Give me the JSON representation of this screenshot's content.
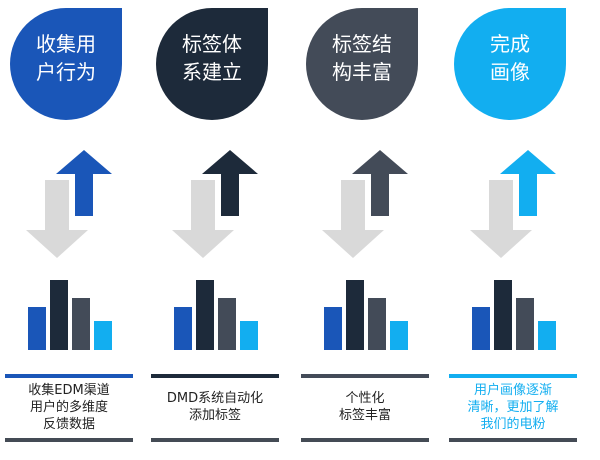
{
  "steps": [
    {
      "title_lines": [
        "收集用",
        "户行为"
      ],
      "caption_lines": [
        "收集EDM渠道",
        "用户的多维度",
        "反馈数据"
      ],
      "color": "#1a56b8",
      "caption_color": "#222222"
    },
    {
      "title_lines": [
        "标签体",
        "系建立"
      ],
      "caption_lines": [
        "DMD系统自动化",
        "添加标签"
      ],
      "color": "#1d2a3a",
      "caption_color": "#222222"
    },
    {
      "title_lines": [
        "标签结",
        "构丰富"
      ],
      "caption_lines": [
        "个性化",
        "标签丰富"
      ],
      "color": "#434b58",
      "caption_color": "#222222"
    },
    {
      "title_lines": [
        "完成",
        "画像"
      ],
      "caption_lines": [
        "用户画像逐渐",
        "清晰，更加了解",
        "我们的电粉"
      ],
      "color": "#12aef0",
      "caption_color": "#12aef0"
    }
  ],
  "bar_colors": [
    "#1a56b8",
    "#1d2a3a",
    "#434b58",
    "#12aef0"
  ],
  "bar_levels": [
    0.62,
    1.0,
    0.74,
    0.42
  ],
  "arrow_gray": "#d9d9d9",
  "caption_rule_gray": "#444b55"
}
